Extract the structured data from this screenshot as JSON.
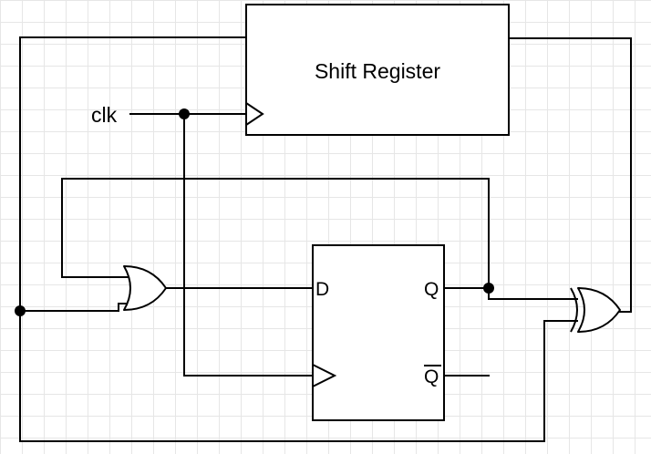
{
  "diagram": {
    "shift_register_label": "Shift Register",
    "clock_label": "clk",
    "flipflop": {
      "d_label": "D",
      "q_label": "Q",
      "qbar_label": "Q"
    }
  },
  "colors": {
    "wire": "#000000",
    "grid": "#e6e6e6",
    "background": "#ffffff"
  }
}
